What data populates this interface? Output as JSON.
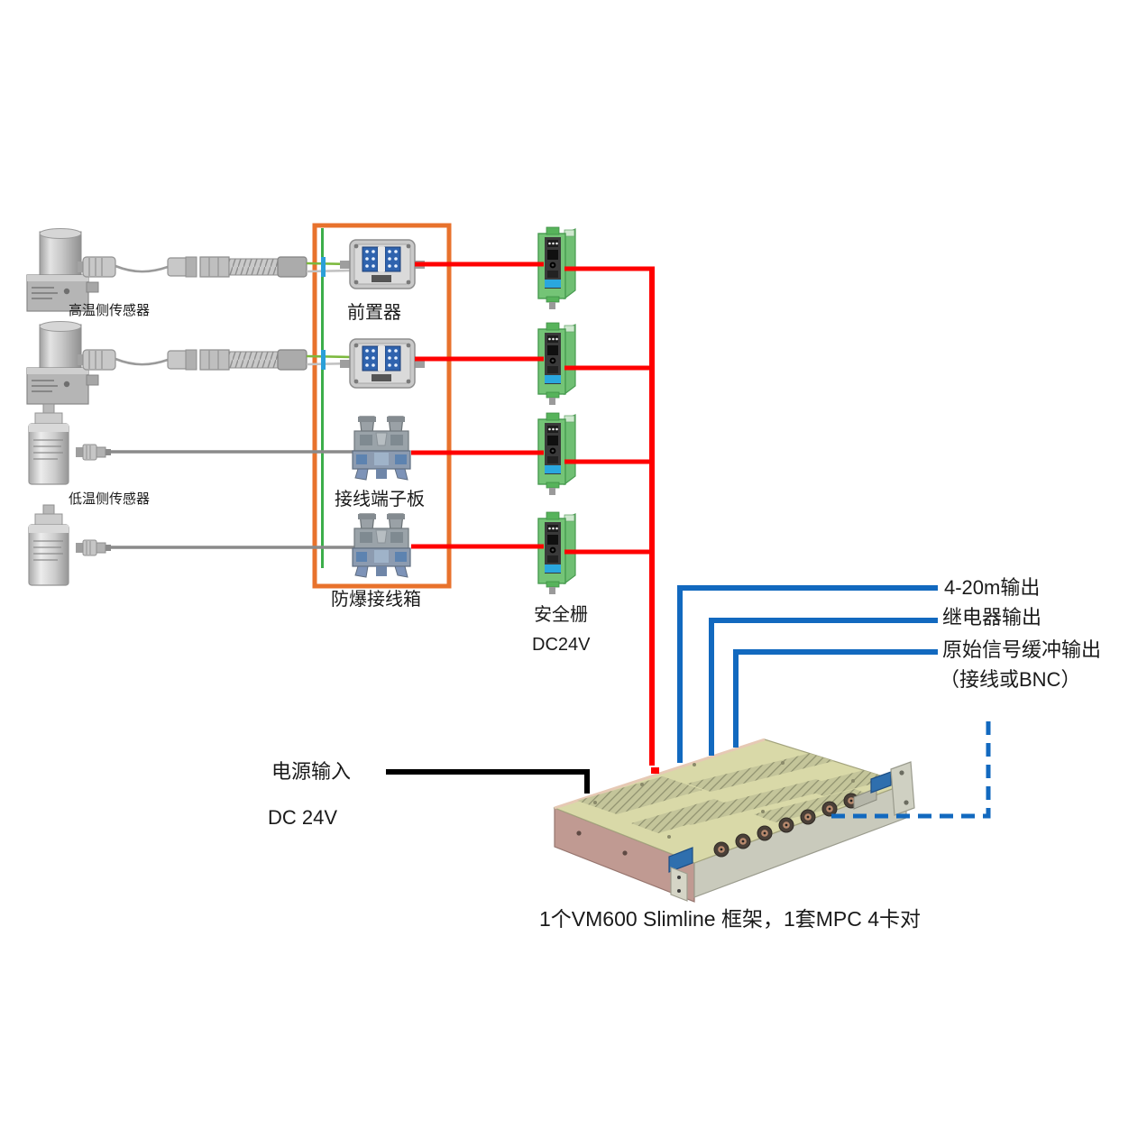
{
  "labels": {
    "sensor_high": "高温侧传感器",
    "sensor_low": "低温侧传感器",
    "preamp": "前置器",
    "terminal_board": "接线端子板",
    "junction_box": "防爆接线箱",
    "safety_barrier": "安全栅",
    "barrier_voltage": "DC24V",
    "output_420": "4-20m输出",
    "output_relay": "继电器输出",
    "output_raw": "原始信号缓冲输出",
    "output_raw_note": "（接线或BNC）",
    "power_input": "电源输入",
    "power_voltage": "DC 24V",
    "rack_caption": "1个VM600 Slimline 框架，1套MPC 4卡对"
  },
  "colors": {
    "signal_line": "#ff0000",
    "output_line": "#1269bf",
    "power_line": "#000000",
    "enclosure_border": "#e8722c",
    "ground_line": "#3cae4a",
    "barrier_body": "#74c476",
    "rack_top": "#d9d9a8"
  }
}
